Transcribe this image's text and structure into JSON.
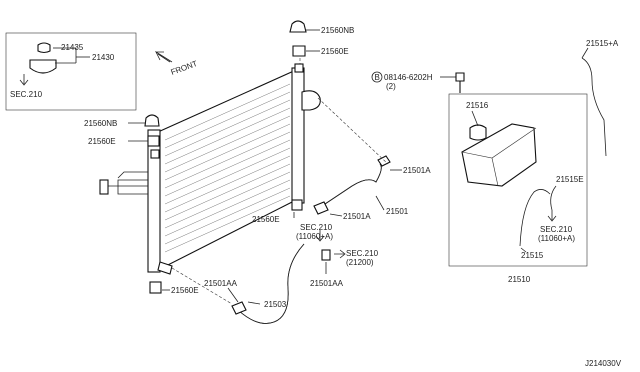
{
  "labels": {
    "p21435": "21435",
    "p21430": "21430",
    "sec210_a": "SEC.210",
    "front": "FRONT",
    "p21560nb_top": "21560NB",
    "p21560e_top": "21560E",
    "bolt_ref": "08146-6202H",
    "bolt_qty": "(2)",
    "p21515a": "21515+A",
    "p21560nb_left": "21560NB",
    "p21560e_left": "21560E",
    "p21516": "21516",
    "p21501a_right": "21501A",
    "p21515e": "21515E",
    "p21560e_mid": "21560E",
    "p21501a_mid": "21501A",
    "p21501": "21501",
    "sec210_b": "SEC.210",
    "sec210_b_sub": "(11060+A)",
    "sec210_c": "SEC.210",
    "sec210_c_sub": "(21200)",
    "sec210_d": "SEC.210",
    "sec210_d_sub": "(11060+A)",
    "p21515": "21515",
    "p21510": "21510",
    "p21501aa_right": "21501AA",
    "p21501aa_left": "21501AA",
    "p21503": "21503",
    "p21560e_bottom": "21560E",
    "diagram_code": "J214030V"
  }
}
